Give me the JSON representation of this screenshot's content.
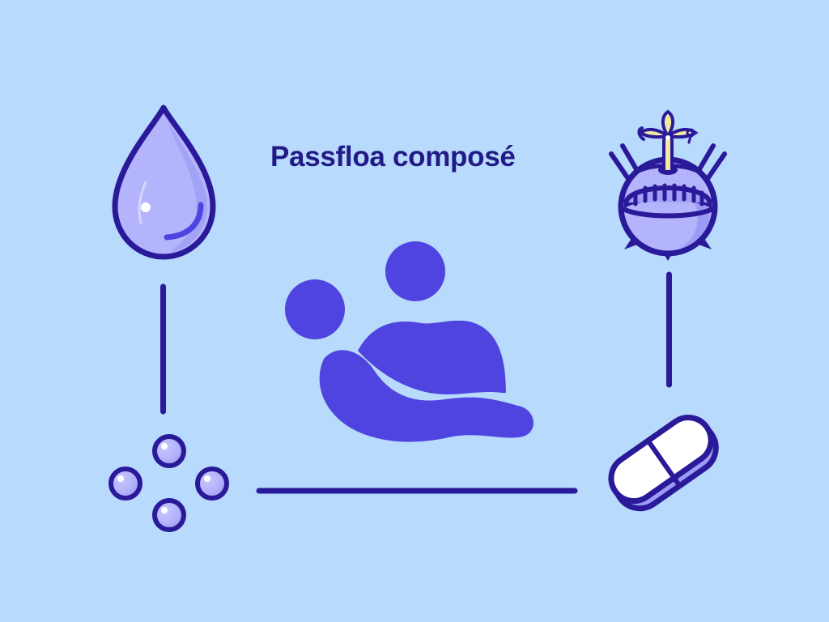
{
  "title": "Passfloa composé",
  "colors": {
    "background": "#b8dafc",
    "outline": "#2a1a9a",
    "title_text": "#221a86",
    "central_figure": "#4f44e0",
    "icon_fill": "#b4b4fc",
    "icon_shade": "#9c9cf6",
    "fountain_spray": "#f2e8a0",
    "pill_white": "#ffffff"
  },
  "nodes": [
    {
      "id": "droplet",
      "icon": "water-drop-icon",
      "position": "top-left"
    },
    {
      "id": "fountain-pot",
      "icon": "fountain-cauldron-icon",
      "position": "top-right"
    },
    {
      "id": "beads",
      "icon": "four-beads-icon",
      "position": "bottom-left"
    },
    {
      "id": "capsule",
      "icon": "pill-capsule-icon",
      "position": "bottom-right"
    },
    {
      "id": "caregiver",
      "icon": "hand-holding-person-icon",
      "position": "center"
    }
  ],
  "connectors": [
    {
      "from": "droplet",
      "to": "beads",
      "orientation": "vertical"
    },
    {
      "from": "beads",
      "to": "capsule",
      "orientation": "horizontal"
    },
    {
      "from": "fountain-pot",
      "to": "capsule",
      "orientation": "vertical"
    }
  ]
}
